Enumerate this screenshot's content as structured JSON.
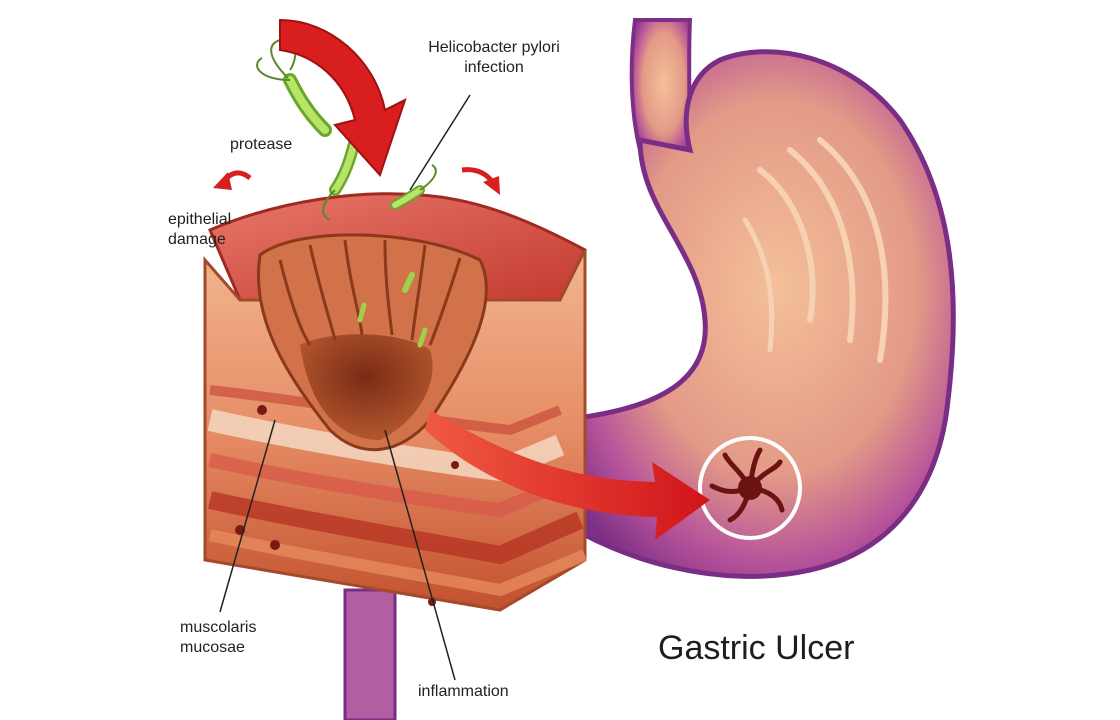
{
  "labels": {
    "h_pylori_line1": "Helicobacter pylori",
    "h_pylori_line2": "infection",
    "protease": "protease",
    "epithelial_line1": "epithelial",
    "epithelial_line2": "damage",
    "muscolaris_line1": "muscolaris",
    "muscolaris_line2": "mucosae",
    "inflammation": "inflammation",
    "title": "Gastric Ulcer"
  },
  "colors": {
    "stomach_outer": "#8e3a8c",
    "stomach_inner": "#e9a37f",
    "tissue_top": "#d2483d",
    "tissue_side": "#f0b48e",
    "ulcer_crater": "#9b3a1f",
    "arrow": "#d81e1e",
    "bacteria": "#9bd24a"
  }
}
